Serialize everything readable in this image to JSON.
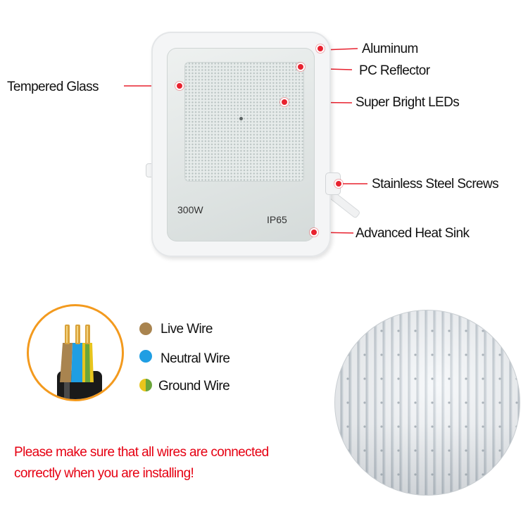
{
  "callouts": {
    "aluminum": "Aluminum",
    "pc_reflector": "PC Reflector",
    "tempered_glass": "Tempered Glass",
    "super_bright_leds": "Super Bright LEDs",
    "stainless_steel_screws": "Stainless Steel Screws",
    "advanced_heat_sink": "Advanced Heat Sink"
  },
  "lamp": {
    "wattage": "300W",
    "ip_rating": "IP65"
  },
  "wires": [
    {
      "label": "Live Wire",
      "color": "#a9844f"
    },
    {
      "label": "Neutral Wire",
      "color": "#1f9ee3"
    },
    {
      "label": "Ground Wire",
      "color_primary": "#e8c51d",
      "color_secondary": "#6aa53a"
    }
  ],
  "warning": {
    "line1": "Please make sure that all wires are connected",
    "line2": "correctly when you are installing!"
  },
  "colors": {
    "callout_dot": "#e8222f",
    "warning_text": "#e60012",
    "cable_ring": "#f39a1e"
  }
}
